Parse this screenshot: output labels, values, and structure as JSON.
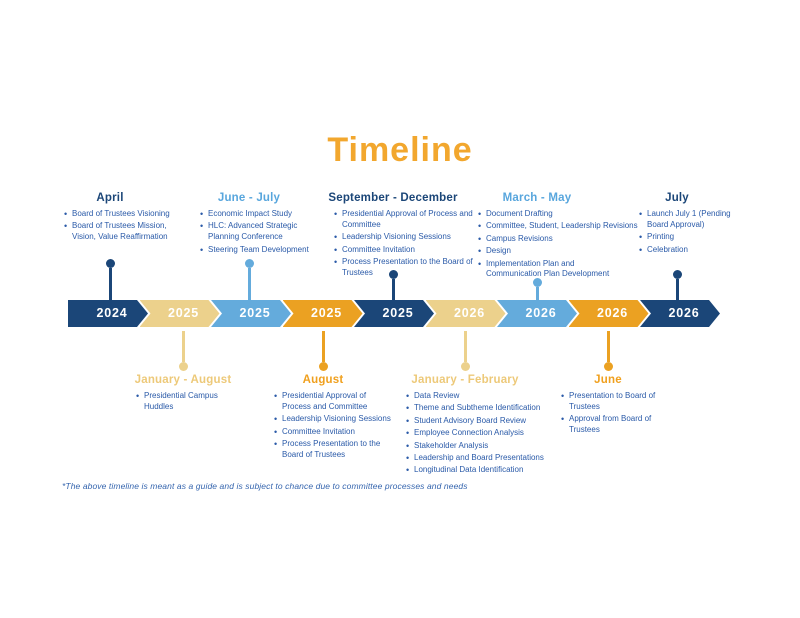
{
  "title": "Timeline",
  "footnote": "*The above timeline is meant as a guide and is subject to chance due to committee processes and needs",
  "colors": {
    "navy": "#1B4678",
    "tan": "#ECD18C",
    "light_blue": "#64ABDC",
    "orange": "#EBA122",
    "title_orange": "#F2A72E",
    "header_blue": "#58A6DD",
    "header_tan": "#EDC979",
    "header_orange": "#F0A01E",
    "body_text_blue": "#2A5AA8",
    "footnote_blue": "#3565AE"
  },
  "timeline": {
    "segments": [
      {
        "label": "2024",
        "color": "navy"
      },
      {
        "label": "2025",
        "color": "tan"
      },
      {
        "label": "2025",
        "color": "light_blue"
      },
      {
        "label": "2025",
        "color": "orange"
      },
      {
        "label": "2025",
        "color": "navy"
      },
      {
        "label": "2026",
        "color": "tan"
      },
      {
        "label": "2026",
        "color": "light_blue"
      },
      {
        "label": "2026",
        "color": "orange"
      },
      {
        "label": "2026",
        "color": "navy"
      }
    ]
  },
  "top_milestones": [
    {
      "period": "April",
      "items": [
        "Board of Trustees Visioning",
        "Board of Trustees Mission,\nVision, Value Reaffirmation"
      ]
    },
    {
      "period": "June - July",
      "items": [
        "Economic Impact Study",
        "HLC: Advanced Strategic\nPlanning Conference",
        "Steering Team Development"
      ]
    },
    {
      "period": "September - December",
      "items": [
        "Presidential Approval of Process and\nCommittee",
        "Leadership Visioning Sessions",
        "Committee Invitation",
        "Process Presentation to the Board of\nTrustees"
      ]
    },
    {
      "period": "March - May",
      "items": [
        "Document Drafting",
        "Committee, Student, Leadership Revisions",
        "Campus Revisions",
        "Design",
        "Implementation Plan and\nCommunication Plan Development"
      ]
    },
    {
      "period": "July",
      "items": [
        "Launch July 1 (Pending\nBoard Approval)",
        "Printing",
        "Celebration"
      ]
    }
  ],
  "bottom_milestones": [
    {
      "period": "January - August",
      "items": [
        "Presidential Campus\nHuddles"
      ]
    },
    {
      "period": "August",
      "items": [
        "Presidential Approval of\nProcess and Committee",
        "Leadership Visioning Sessions",
        "Committee Invitation",
        "Process Presentation to the\nBoard of Trustees"
      ]
    },
    {
      "period": "January - February",
      "items": [
        "Data Review",
        "Theme and Subtheme Identification",
        "Student Advisory Board Review",
        "Employee Connection Analysis",
        "Stakeholder Analysis",
        "Leadership and Board Presentations",
        "Longitudinal Data Identification"
      ]
    },
    {
      "period": "June",
      "items": [
        "Presentation to Board of\nTrustees",
        "Approval from Board of\nTrustees"
      ]
    }
  ]
}
